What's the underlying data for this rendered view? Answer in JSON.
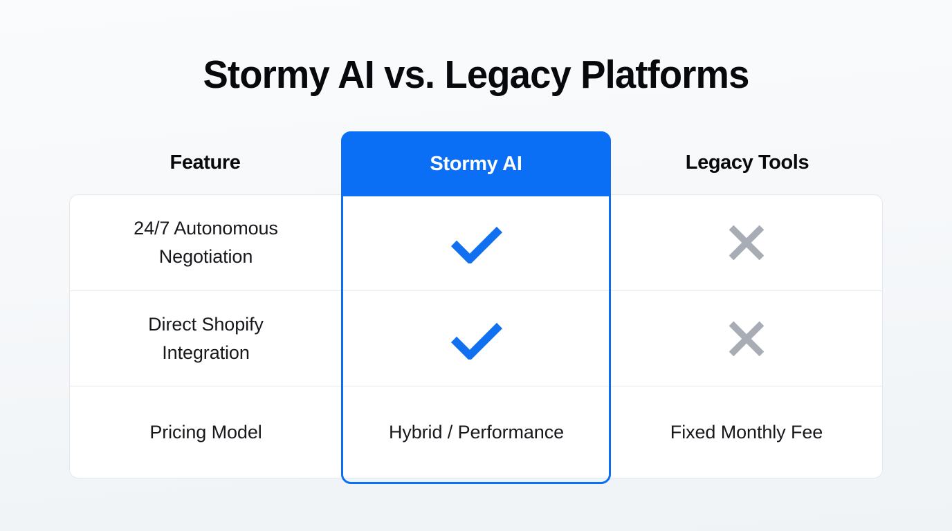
{
  "page": {
    "title": "Stormy AI vs. Legacy Platforms",
    "background_color": "#F6F8FA"
  },
  "theme": {
    "accent_blue": "#0B6FF5",
    "check_color": "#1170F0",
    "cross_color": "#A8ADB5",
    "text_color": "#16181C",
    "card_border": "#E4E7EB",
    "row_divider": "#E8EAEE"
  },
  "table": {
    "columns": [
      {
        "key": "feature",
        "label": "Feature",
        "highlighted": false
      },
      {
        "key": "stormy",
        "label": "Stormy AI",
        "highlighted": true
      },
      {
        "key": "legacy",
        "label": "Legacy Tools",
        "highlighted": false
      }
    ],
    "rows": [
      {
        "feature": "24/7 Autonomous Negotiation",
        "stormy": {
          "type": "check",
          "icon": "check-icon"
        },
        "legacy": {
          "type": "cross",
          "icon": "cross-icon"
        }
      },
      {
        "feature": "Direct Shopify Integration",
        "stormy": {
          "type": "check",
          "icon": "check-icon"
        },
        "legacy": {
          "type": "cross",
          "icon": "cross-icon"
        }
      },
      {
        "feature": "Pricing Model",
        "stormy": {
          "type": "text",
          "text": "Hybrid / Performance"
        },
        "legacy": {
          "type": "text",
          "text": "Fixed Monthly Fee"
        }
      }
    ]
  }
}
